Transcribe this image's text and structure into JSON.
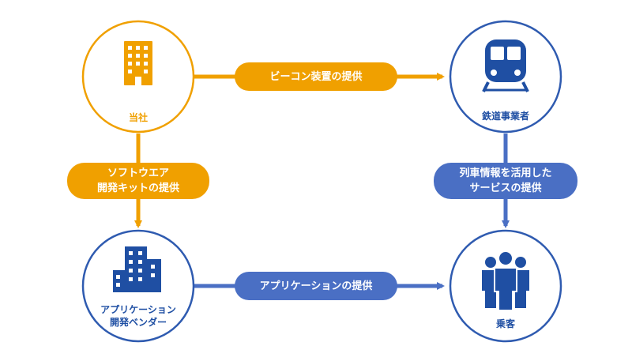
{
  "colors": {
    "orange": "#f0a000",
    "blue": "#1f4fa3",
    "arrow_blue": "#4a6fc4"
  },
  "nodes": {
    "company": {
      "label": "当社",
      "icon": "building-icon"
    },
    "railway": {
      "label": "鉄道事業者",
      "icon": "train-icon"
    },
    "vendor": {
      "label": "アプリケーション\n開発ベンダー",
      "icon": "office-buildings-icon"
    },
    "passengers": {
      "label": "乗客",
      "icon": "people-icon"
    }
  },
  "edges": {
    "beacon": {
      "label": "ビーコン装置の提供"
    },
    "sdk": {
      "label": "ソフトウエア\n開発キットの提供"
    },
    "service": {
      "label": "列車情報を活用した\nサービスの提供"
    },
    "app": {
      "label": "アプリケーションの提供"
    }
  }
}
